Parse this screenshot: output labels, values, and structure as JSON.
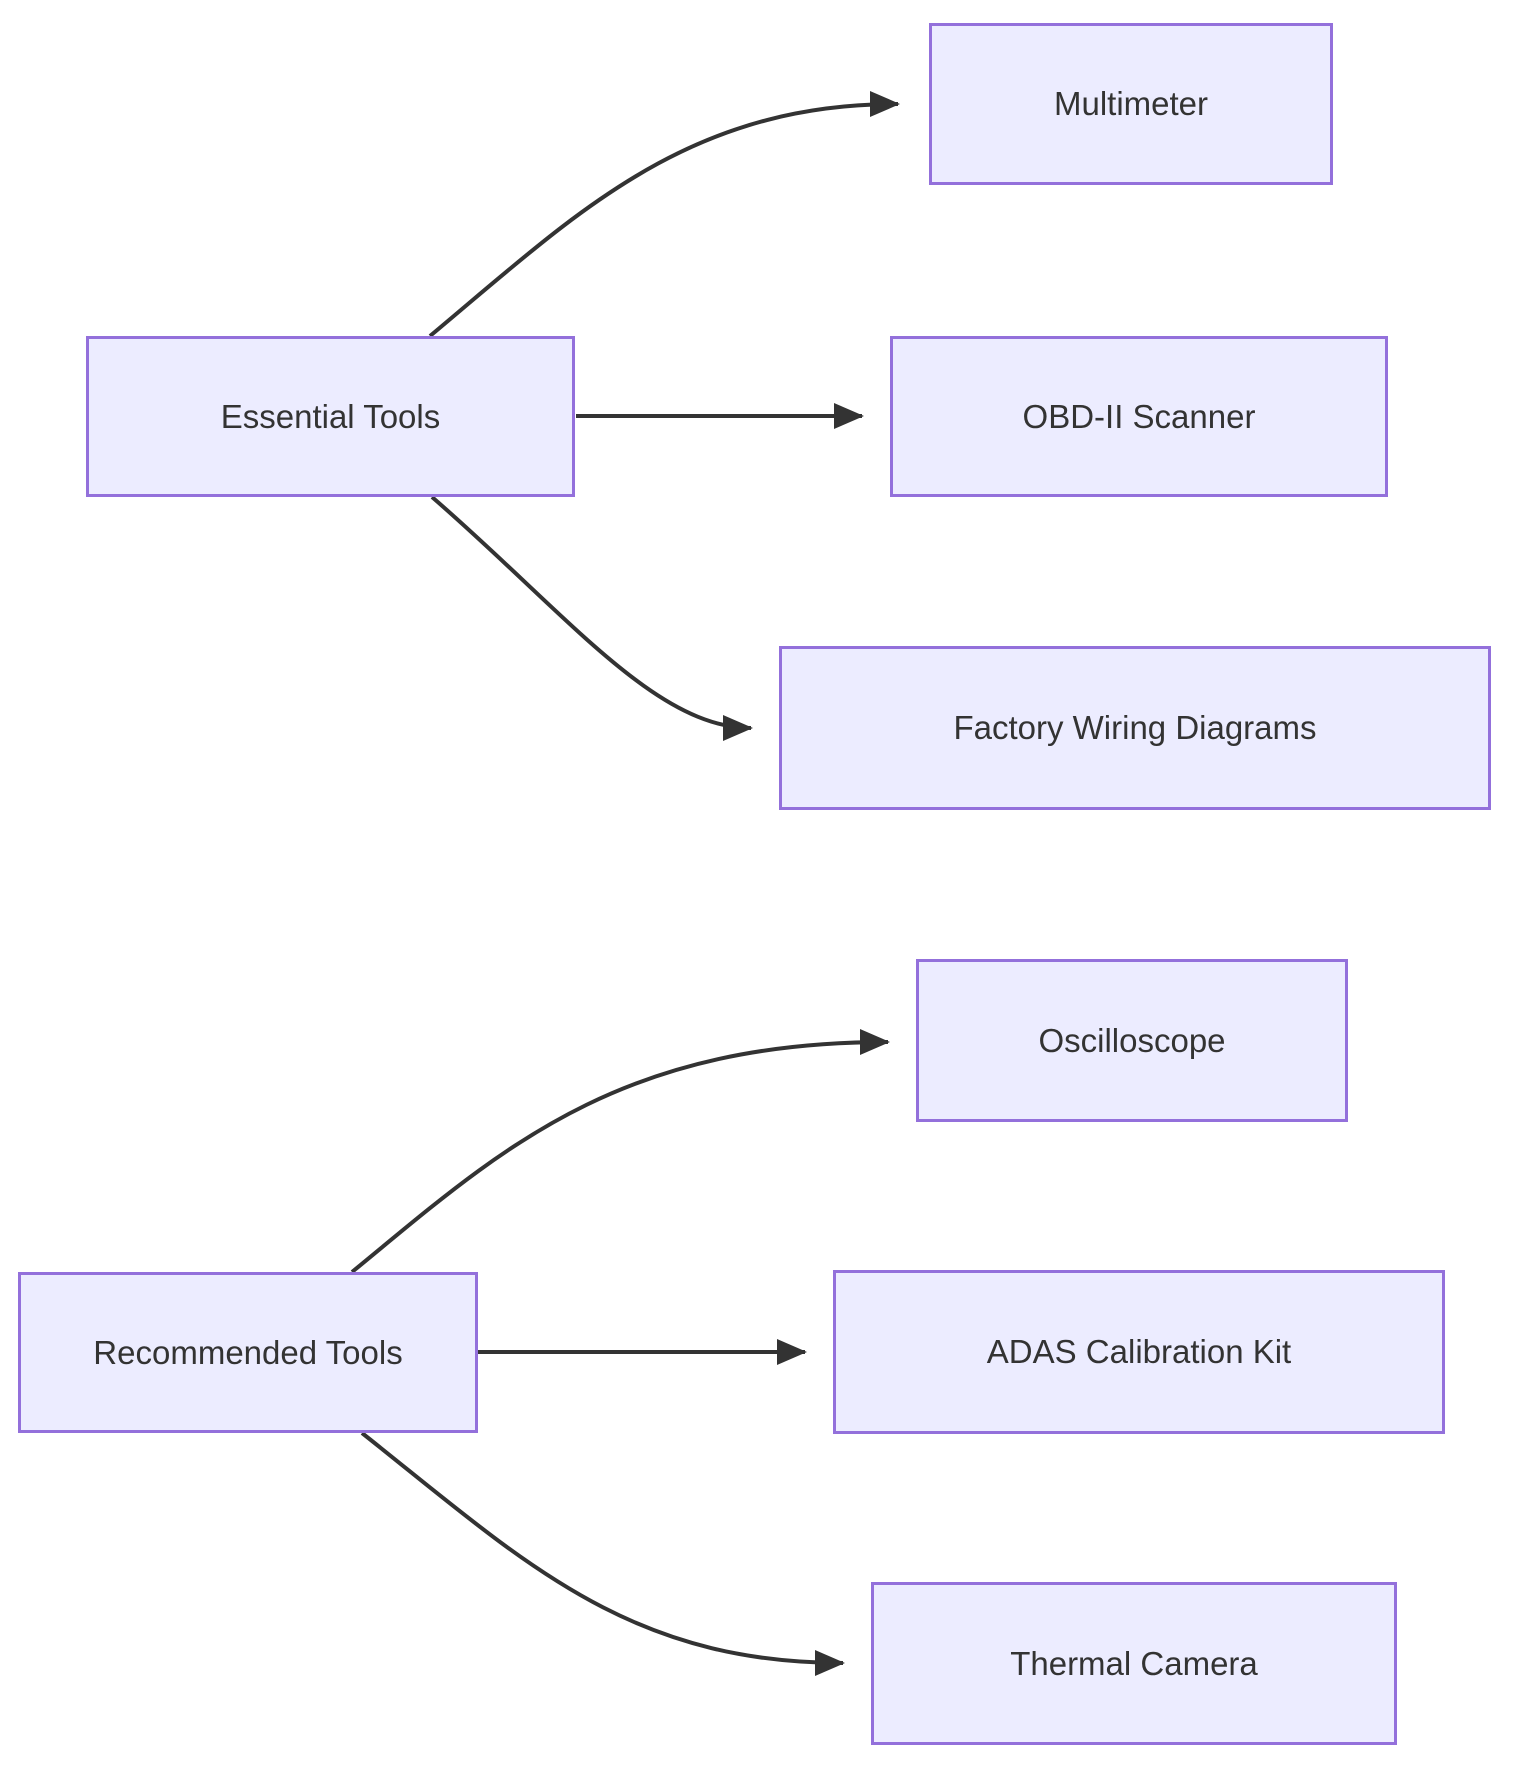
{
  "diagram": {
    "type": "flowchart",
    "direction": "left-to-right",
    "colors": {
      "node_fill": "#ECECFF",
      "node_border": "#9370DB",
      "edge": "#333333",
      "text": "#333333",
      "background": "#FFFFFF"
    },
    "nodes": [
      {
        "id": "essential",
        "label": "Essential Tools"
      },
      {
        "id": "multimeter",
        "label": "Multimeter"
      },
      {
        "id": "obd",
        "label": "OBD-II Scanner"
      },
      {
        "id": "factory",
        "label": "Factory Wiring Diagrams"
      },
      {
        "id": "recommended",
        "label": "Recommended Tools"
      },
      {
        "id": "oscilloscope",
        "label": "Oscilloscope"
      },
      {
        "id": "adas",
        "label": "ADAS Calibration Kit"
      },
      {
        "id": "thermal",
        "label": "Thermal Camera"
      }
    ],
    "edges": [
      {
        "from": "Essential Tools",
        "to": "Multimeter"
      },
      {
        "from": "Essential Tools",
        "to": "OBD-II Scanner"
      },
      {
        "from": "Essential Tools",
        "to": "Factory Wiring Diagrams"
      },
      {
        "from": "Recommended Tools",
        "to": "Oscilloscope"
      },
      {
        "from": "Recommended Tools",
        "to": "ADAS Calibration Kit"
      },
      {
        "from": "Recommended Tools",
        "to": "Thermal Camera"
      }
    ]
  }
}
